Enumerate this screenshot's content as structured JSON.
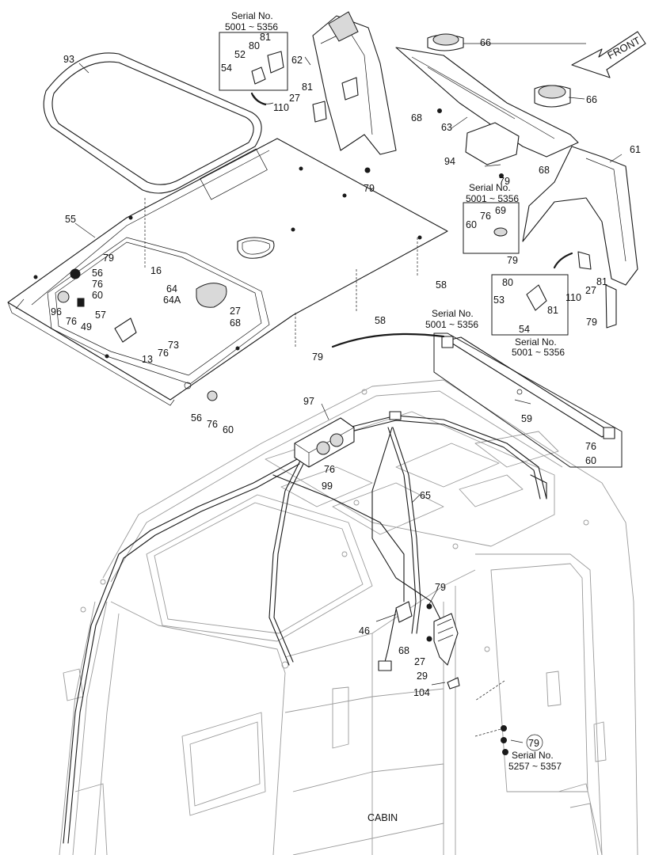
{
  "footer_label": "CABIN",
  "front_arrow_label": "FRONT",
  "serial_notes": {
    "box_a_title": "Serial No.",
    "box_a_range": "5001 ~ 5356",
    "box_b_title": "Serial No.",
    "box_b_range": "5001 ~ 5356",
    "box_c_title": "Serial No.",
    "box_c_range": "5001 ~ 5356",
    "box_d_title": "Serial No.",
    "box_d_range": "5001 ~ 5356",
    "box_e_title": "Serial No.",
    "box_e_range": "5257 ~ 5357"
  },
  "callouts": {
    "n93": "93",
    "n55": "55",
    "n79_a": "79",
    "n16": "16",
    "n56_a": "56",
    "n76_a": "76",
    "n60_a": "60",
    "n96": "96",
    "n76_b": "76",
    "n49": "49",
    "n57": "57",
    "n13": "13",
    "n73": "73",
    "n76_c": "76",
    "n64": "64",
    "n64a": "64A",
    "n27_a": "27",
    "n68_a": "68",
    "n79_b": "79",
    "n56_b": "56",
    "n76_d": "76",
    "n60_b": "60",
    "n58_a": "58",
    "n58_b": "58",
    "n54_a": "54",
    "n52": "52",
    "n80_a": "80",
    "n81_a": "81",
    "n81_b": "81",
    "n62": "62",
    "n27_b": "27",
    "n110_a": "110",
    "n79_c": "79",
    "n66_a": "66",
    "n66_b": "66",
    "n68_b": "68",
    "n63": "63",
    "n94": "94",
    "n79_d": "79",
    "n68_c": "68",
    "n61": "61",
    "n76_e": "76",
    "n69": "69",
    "n60_c": "60",
    "n79_e": "79",
    "n80_b": "80",
    "n53": "53",
    "n81_c": "81",
    "n54_b": "54",
    "n81_d": "81",
    "n27_c": "27",
    "n110_b": "110",
    "n79_f": "79",
    "n59": "59",
    "n76_f": "76",
    "n60_d": "60",
    "n97": "97",
    "n76_g": "76",
    "n99": "99",
    "n65": "65",
    "n79_g": "79",
    "n46": "46",
    "n68_d": "68",
    "n27_d": "27",
    "n29": "29",
    "n104": "104",
    "n79_h": "79"
  }
}
